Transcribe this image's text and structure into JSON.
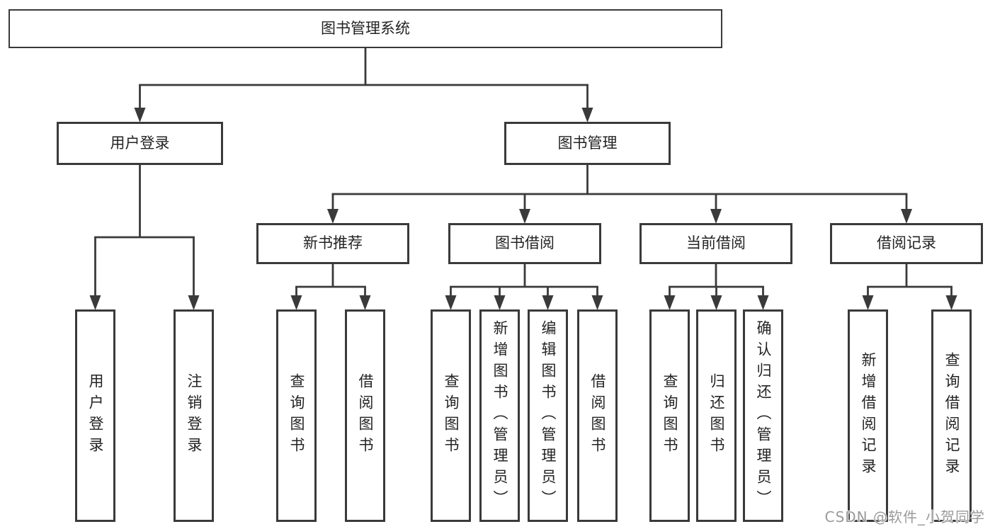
{
  "diagram": {
    "type": "hierarchy-tree",
    "title": "图书管理系统",
    "nodes": {
      "root": {
        "label": "图书管理系统"
      },
      "user_login": {
        "label": "用户登录"
      },
      "book_mgmt": {
        "label": "图书管理"
      },
      "new_book_rec": {
        "label": "新书推荐"
      },
      "book_borrow": {
        "label": "图书借阅"
      },
      "current_borrow": {
        "label": "当前借阅"
      },
      "borrow_record": {
        "label": "借阅记录"
      },
      "leaf_user_login": {
        "label": "用户登录"
      },
      "leaf_logout": {
        "label": "注销登录"
      },
      "leaf_query_book_1": {
        "label": "查询图书"
      },
      "leaf_borrow_book_1": {
        "label": "借阅图书"
      },
      "leaf_query_book_2": {
        "label": "查询图书"
      },
      "leaf_add_book": {
        "label": "新增图书（管理员）"
      },
      "leaf_edit_book": {
        "label": "编辑图书（管理员）"
      },
      "leaf_borrow_book_2": {
        "label": "借阅图书"
      },
      "leaf_query_book_3": {
        "label": "查询图书"
      },
      "leaf_return_book": {
        "label": "归还图书"
      },
      "leaf_confirm_return": {
        "label": "确认归还（管理员）"
      },
      "leaf_add_record": {
        "label": "新增借阅记录"
      },
      "leaf_query_record": {
        "label": "查询借阅记录"
      }
    },
    "edges": [
      {
        "from": "root",
        "to": [
          "user_login",
          "book_mgmt"
        ]
      },
      {
        "from": "user_login",
        "to": [
          "leaf_user_login",
          "leaf_logout"
        ]
      },
      {
        "from": "book_mgmt",
        "to": [
          "new_book_rec",
          "book_borrow",
          "current_borrow",
          "borrow_record"
        ]
      },
      {
        "from": "new_book_rec",
        "to": [
          "leaf_query_book_1",
          "leaf_borrow_book_1"
        ]
      },
      {
        "from": "book_borrow",
        "to": [
          "leaf_query_book_2",
          "leaf_add_book",
          "leaf_edit_book",
          "leaf_borrow_book_2"
        ]
      },
      {
        "from": "current_borrow",
        "to": [
          "leaf_query_book_3",
          "leaf_return_book",
          "leaf_confirm_return"
        ]
      },
      {
        "from": "borrow_record",
        "to": [
          "leaf_add_record",
          "leaf_query_record"
        ]
      }
    ],
    "colors": {
      "line": "#3a3a3a",
      "box_border": "#3a3a3a",
      "text": "#232323",
      "background": "#ffffff",
      "watermark": "#9a9a9a"
    }
  },
  "watermark": {
    "text": "CSDN @软件_小贺同学"
  }
}
